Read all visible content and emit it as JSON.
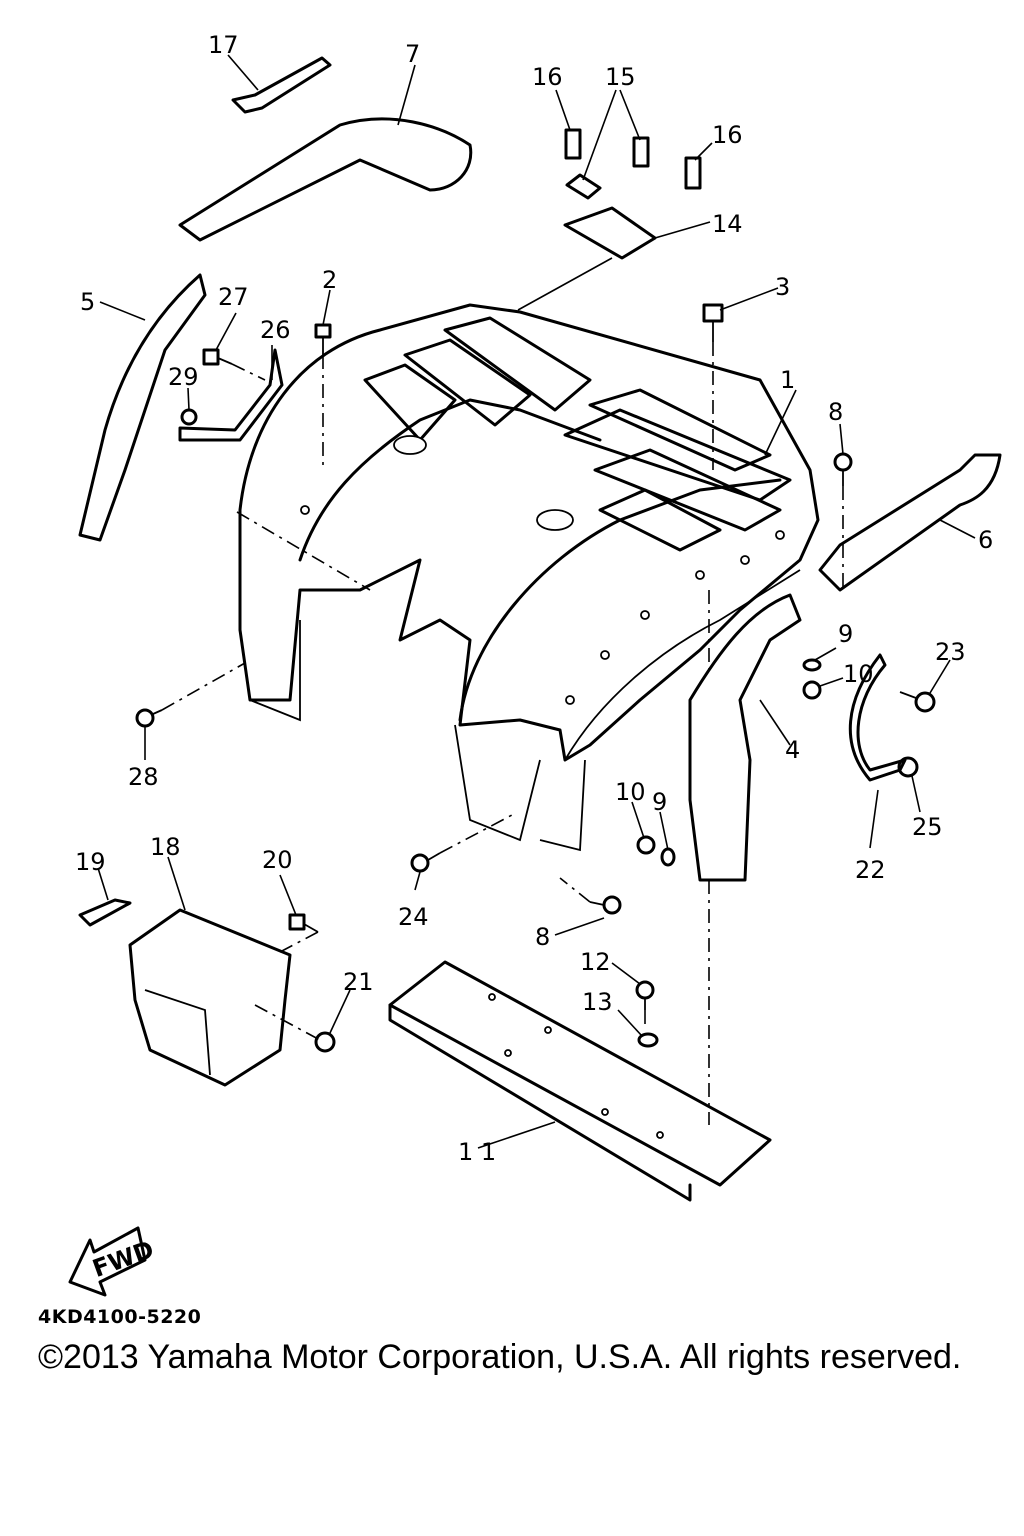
{
  "callouts": [
    {
      "id": "p1",
      "text": "1"
    },
    {
      "id": "p2",
      "text": "2"
    },
    {
      "id": "p3",
      "text": "3"
    },
    {
      "id": "p4",
      "text": "4"
    },
    {
      "id": "p5",
      "text": "5"
    },
    {
      "id": "p6",
      "text": "6"
    },
    {
      "id": "p7",
      "text": "7"
    },
    {
      "id": "p8a",
      "text": "8"
    },
    {
      "id": "p8b",
      "text": "8"
    },
    {
      "id": "p9a",
      "text": "9"
    },
    {
      "id": "p9b",
      "text": "9"
    },
    {
      "id": "p10a",
      "text": "10"
    },
    {
      "id": "p10b",
      "text": "10"
    },
    {
      "id": "p11",
      "text": "1 1"
    },
    {
      "id": "p12",
      "text": "12"
    },
    {
      "id": "p13",
      "text": "13"
    },
    {
      "id": "p14",
      "text": "14"
    },
    {
      "id": "p15",
      "text": "15"
    },
    {
      "id": "p16a",
      "text": "16"
    },
    {
      "id": "p16b",
      "text": "16"
    },
    {
      "id": "p17",
      "text": "17"
    },
    {
      "id": "p18",
      "text": "18"
    },
    {
      "id": "p19",
      "text": "19"
    },
    {
      "id": "p20",
      "text": "20"
    },
    {
      "id": "p21",
      "text": "21"
    },
    {
      "id": "p22",
      "text": "22"
    },
    {
      "id": "p23",
      "text": "23"
    },
    {
      "id": "p24",
      "text": "24"
    },
    {
      "id": "p25",
      "text": "25"
    },
    {
      "id": "p26",
      "text": "26"
    },
    {
      "id": "p27",
      "text": "27"
    },
    {
      "id": "p28",
      "text": "28"
    },
    {
      "id": "p29",
      "text": "29"
    }
  ],
  "fwd_label": "FWD",
  "drawing_code": "4KD4100-5220",
  "copyright": "©2013 Yamaha Motor Corporation, U.S.A. All rights reserved."
}
